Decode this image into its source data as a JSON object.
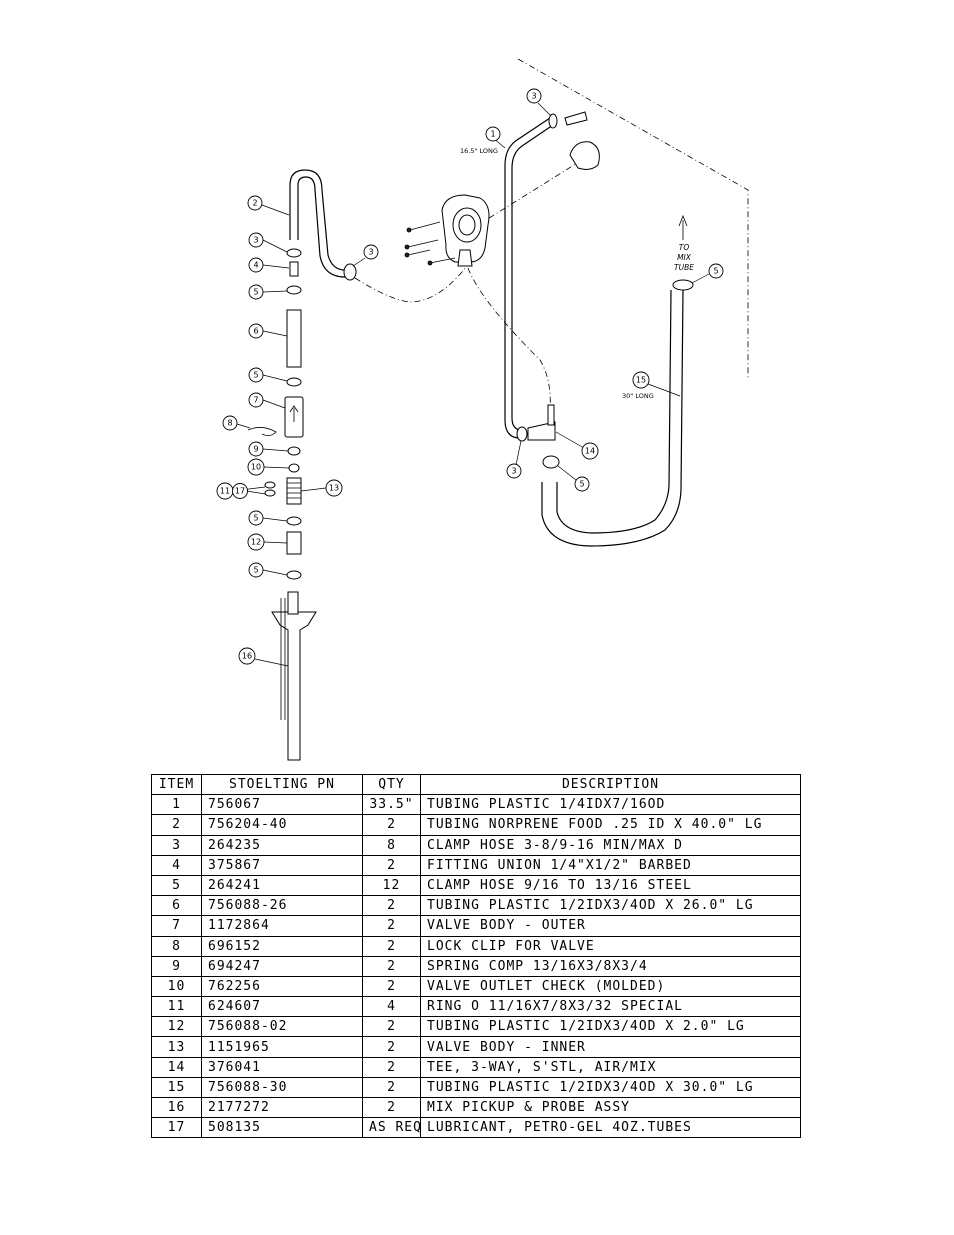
{
  "diagram": {
    "notes": {
      "item1_length": "16.5\" LONG",
      "item15_length": "30\" LONG",
      "to_mix_tube": [
        "TO",
        "MIX",
        "TUBE"
      ]
    },
    "balloon_labels": [
      "1",
      "2",
      "3",
      "4",
      "5",
      "6",
      "7",
      "8",
      "9",
      "10",
      "11",
      "12",
      "13",
      "14",
      "15",
      "16",
      "17"
    ]
  },
  "table": {
    "headers": [
      "ITEM",
      "STOELTING PN",
      "QTY",
      "DESCRIPTION"
    ],
    "rows": [
      {
        "item": "1",
        "pn": "756067",
        "qty": "33.5\"",
        "desc": "TUBING PLASTIC 1/4IDX7/16OD"
      },
      {
        "item": "2",
        "pn": "756204-40",
        "qty": "2",
        "desc": "TUBING NORPRENE FOOD .25 ID X 40.0\" LG"
      },
      {
        "item": "3",
        "pn": "264235",
        "qty": "8",
        "desc": "CLAMP HOSE 3-8/9-16 MIN/MAX D"
      },
      {
        "item": "4",
        "pn": "375867",
        "qty": "2",
        "desc": "FITTING UNION 1/4\"X1/2\" BARBED"
      },
      {
        "item": "5",
        "pn": "264241",
        "qty": "12",
        "desc": "CLAMP HOSE 9/16 TO 13/16 STEEL"
      },
      {
        "item": "6",
        "pn": "756088-26",
        "qty": "2",
        "desc": "TUBING PLASTIC 1/2IDX3/4OD X 26.0\" LG"
      },
      {
        "item": "7",
        "pn": "1172864",
        "qty": "2",
        "desc": "VALVE BODY - OUTER"
      },
      {
        "item": "8",
        "pn": "696152",
        "qty": "2",
        "desc": "LOCK CLIP FOR VALVE"
      },
      {
        "item": "9",
        "pn": "694247",
        "qty": "2",
        "desc": "SPRING COMP 13/16X3/8X3/4"
      },
      {
        "item": "10",
        "pn": "762256",
        "qty": "2",
        "desc": "VALVE OUTLET CHECK (MOLDED)"
      },
      {
        "item": "11",
        "pn": "624607",
        "qty": "4",
        "desc": "RING O 11/16X7/8X3/32 SPECIAL"
      },
      {
        "item": "12",
        "pn": "756088-02",
        "qty": "2",
        "desc": "TUBING PLASTIC 1/2IDX3/4OD X 2.0\" LG"
      },
      {
        "item": "13",
        "pn": "1151965",
        "qty": "2",
        "desc": "VALVE BODY - INNER"
      },
      {
        "item": "14",
        "pn": "376041",
        "qty": "2",
        "desc": "TEE, 3-WAY, S'STL, AIR/MIX"
      },
      {
        "item": "15",
        "pn": "756088-30",
        "qty": "2",
        "desc": "TUBING PLASTIC 1/2IDX3/4OD X 30.0\" LG"
      },
      {
        "item": "16",
        "pn": "2177272",
        "qty": "2",
        "desc": "MIX PICKUP & PROBE ASSY"
      },
      {
        "item": "17",
        "pn": "508135",
        "qty": "AS REQ",
        "desc": "LUBRICANT, PETRO-GEL 4OZ.TUBES"
      }
    ]
  }
}
